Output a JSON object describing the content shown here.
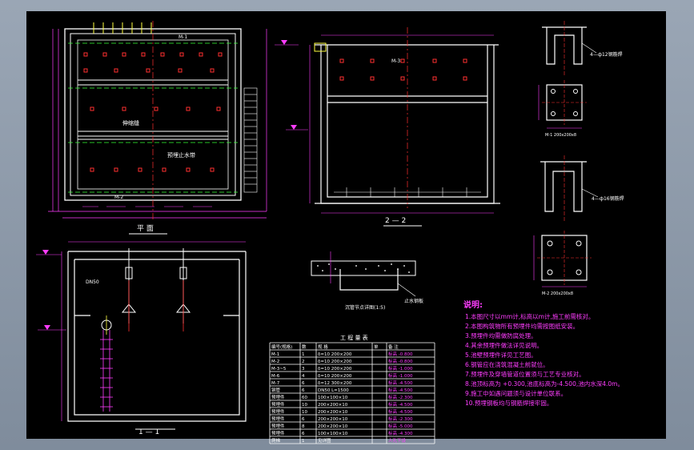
{
  "drawing": {
    "title_plan": "平 面",
    "title_section_a": "2 — 2",
    "title_section_b": "1 — 1",
    "table_title": "工 程 量 表",
    "notes_heading": "说明:",
    "labels": {
      "steel_bar_a": "4—ф12钢筋焊",
      "steel_bar_b": "4—ф16钢筋焊",
      "plate_a": "M-1 200x200x8",
      "plate_b": "M-2 200x200x8",
      "detail_name": "沉管节点详图(1:5)",
      "detail_tag": "止水钢板",
      "plan_tag_1": "伸缩缝",
      "plan_tag_2": "预埋止水带",
      "m1": "M-1",
      "m2": "M-2",
      "m3": "M-3",
      "pipe": "DN50"
    },
    "table": {
      "headers": [
        "编号(规格)",
        "数",
        "规 格",
        "单",
        "备 注"
      ],
      "rows": [
        [
          "M-1",
          "1",
          "δ=10 200×200",
          "",
          "标高 -0.800"
        ],
        [
          "M-2",
          "2",
          "δ=10 200×200",
          "",
          "标高 -0.800"
        ],
        [
          "M-3~5",
          "3",
          "δ=10 200×200",
          "",
          "标高 -1.000"
        ],
        [
          "M-6",
          "4",
          "δ=10 200×200",
          "",
          "标高 -1.000"
        ],
        [
          "M-7",
          "6",
          "δ=12 300×200",
          "",
          "标高 -4.500"
        ],
        [
          "钢管",
          "6",
          "DN50 L=1500",
          "",
          "标高 -4.500"
        ],
        [
          "预埋件",
          "60",
          "100×100×10",
          "",
          "标高 -2.300"
        ],
        [
          "预埋件",
          "10",
          "200×200×10",
          "",
          "标高 -4.500"
        ],
        [
          "预埋件",
          "10",
          "200×200×10",
          "",
          "标高 -4.500"
        ],
        [
          "预埋件",
          "6",
          "200×200×10",
          "",
          "标高 -2.300"
        ],
        [
          "预埋件",
          "8",
          "200×200×10",
          "",
          "标高 -5.000"
        ],
        [
          "预埋件",
          "6",
          "100×100×10",
          "",
          "标高 -4.300"
        ],
        [
          "爬梯",
          "1",
          "见详图",
          "",
          "人孔下设"
        ]
      ]
    },
    "notes": [
      "1.本图尺寸以mm计,标高以m计,施工前需核对。",
      "2.本图构筑物所有预埋件均需按图纸安装。",
      "3.预埋件均需做防腐处理。",
      "4.其余预埋件做法详见说明。",
      "5.池壁预埋件详见工艺图。",
      "6.钢管应在浇筑混凝土前就位。",
      "7.预埋件及穿墙管道位置须与工艺专业核对。",
      "8.池顶标高为 +0.300,池底标高为-4.500,池内水深4.0m。",
      "9.施工中如遇问题须与设计单位联系。",
      "10.预埋钢板均与钢筋焊接牢固。"
    ]
  },
  "colors": {
    "background": "#000000",
    "frame": "#8b97a6",
    "line_white": "#ffffff",
    "line_magenta": "#ff3dff",
    "line_cyan": "#3de0ff",
    "line_green": "#35ff35",
    "line_yellow": "#ffff40",
    "line_red": "#ff3030"
  }
}
